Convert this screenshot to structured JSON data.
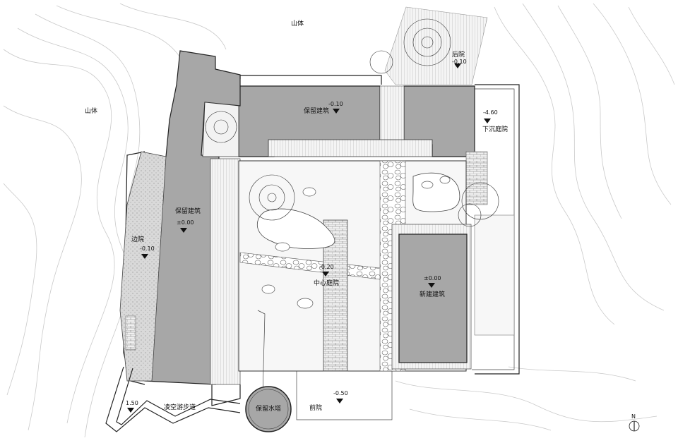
{
  "labels": {
    "mountain_top": "山体",
    "mountain_left": "山体",
    "back_yard": "后院",
    "retained_building_top": "保留建筑",
    "retained_building_left": "保留建筑",
    "sunken_courtyard": "下沉庭院",
    "side_yard": "边院",
    "central_courtyard": "中心庭院",
    "new_building": "新建建筑",
    "front_yard": "前院",
    "elevated_walkway": "凌空游步道",
    "retained_water_tower": "保留水塔",
    "north": "N"
  },
  "elevations": {
    "back_yard": "-0.10",
    "retained_building_top": "-0.10",
    "sunken_courtyard": "-4.60",
    "retained_building_left": "±0.00",
    "side_yard": "-0.10",
    "central_courtyard": "-0.20",
    "new_building": "±0.00",
    "front_yard": "-0.50",
    "walkway": "1.50"
  },
  "colors": {
    "building_fill": "#a7a7a7",
    "line": "#222222",
    "contour": "#c9c9c9"
  }
}
